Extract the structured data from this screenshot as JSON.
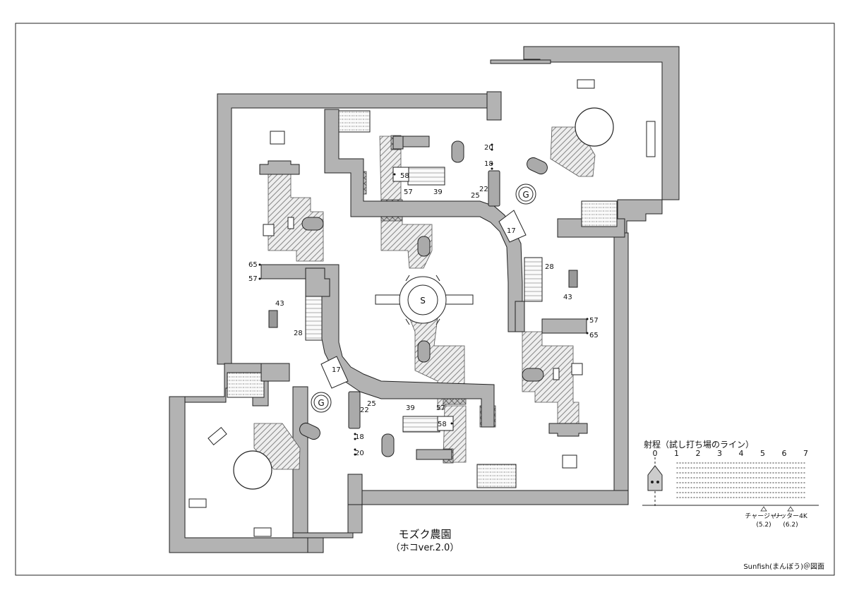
{
  "map": {
    "title": "モズク農園",
    "subtitle": "（ホコver.2.0）",
    "credit": "Sunfish(まんぼう)＠図面",
    "spawn_label": "S",
    "goal_label": "G",
    "distance_labels": {
      "top": {
        "d20": "20",
        "d18": "18",
        "d22": "22",
        "d25": "25",
        "d17": "17",
        "d57": "57",
        "d39": "39",
        "d58": "58"
      },
      "right": {
        "d28": "28",
        "d43": "43",
        "d57": "57",
        "d65": "65"
      },
      "left": {
        "d65": "65",
        "d57": "57",
        "d43": "43",
        "d28": "28"
      },
      "bottom": {
        "d17": "17",
        "d25": "25",
        "d22": "22",
        "d18": "18",
        "d20": "20",
        "d39": "39",
        "d57": "57",
        "d58": "58"
      }
    }
  },
  "range_legend": {
    "title": "射程（試し打ち場のライン）",
    "ticks": [
      "0",
      "1",
      "2",
      "3",
      "4",
      "5",
      "6",
      "7"
    ],
    "markers": [
      {
        "name": "チャージャー",
        "value": "(5.2)"
      },
      {
        "name": "リッター4K",
        "value": "(6.2)"
      }
    ]
  },
  "colors": {
    "wall": "#b3b3b3",
    "stroke": "#222222",
    "block": "#9a9a9a"
  }
}
